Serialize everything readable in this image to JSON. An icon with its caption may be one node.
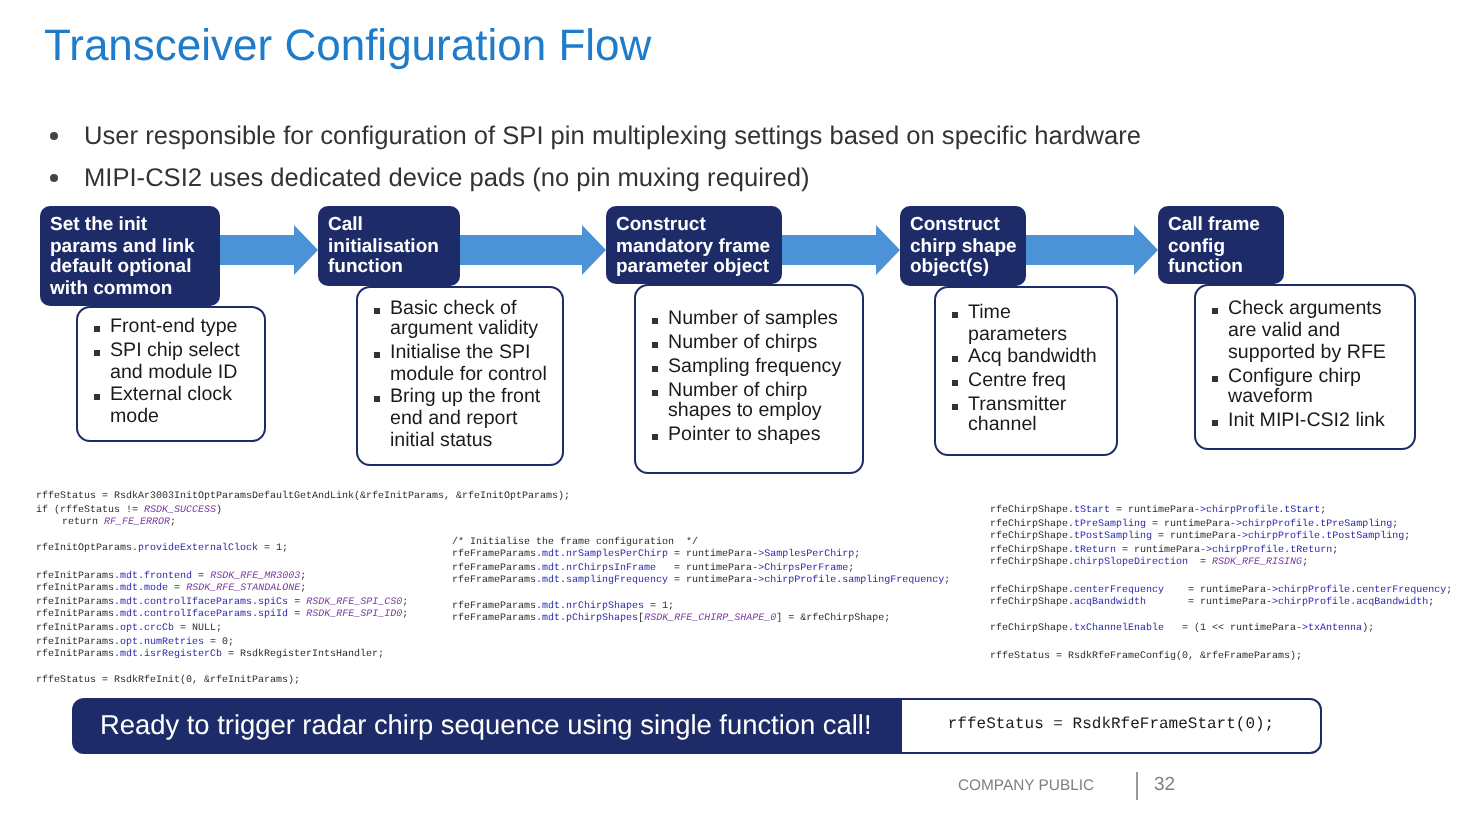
{
  "diagram": {
    "title": "Transceiver Configuration Flow",
    "nodes": [
      {
        "text": [
          "Set the init params and link default optional with common"
        ]
      },
      {
        "text": [
          "Front-end type",
          "SPI chip select and module ID",
          "External clock mode"
        ]
      },
      {
        "text": [
          "Call initialisation function"
        ]
      },
      {
        "text": [
          "Basic check of argument validity",
          "Initialise the SPI module for control",
          "Bring up the front end and report initial status"
        ]
      },
      {
        "text": [
          "Construct mandatory frame parameter object"
        ]
      },
      {
        "text": [
          "Number of samples",
          "Number of chirps",
          "Sampling frequency",
          "Number of chirp shapes to employ",
          "Pointer to shapes"
        ]
      },
      {
        "text": [
          "Construct chirp shape object(s)"
        ]
      },
      {
        "text": [
          "Time parameters",
          "Acq bandwidth",
          "Centre freq",
          "Transmitter channel"
        ]
      },
      {
        "text": [
          "Call frame config function"
        ]
      },
      {
        "text": [
          "Check arguments are valid and supported by RFE",
          "Configure chirp waveform",
          "Init MIPI-CSI2 link"
        ]
      },
      {
        "text": [
          "Ready to trigger radar chirp sequence using single function call!"
        ]
      },
      {
        "text": [
          "rffeStatus = RsdkRfeFrameStart(0);"
        ]
      }
    ],
    "edges": [
      {
        "from": 0,
        "to": 2,
        "arrow": "to",
        "style": "thick"
      },
      {
        "from": 2,
        "to": 4,
        "arrow": "to",
        "style": "thick"
      },
      {
        "from": 4,
        "to": 6,
        "arrow": "to",
        "style": "thick"
      },
      {
        "from": 6,
        "to": 8,
        "arrow": "to",
        "style": "thick"
      }
    ],
    "labels": [
      "User responsible for configuration of SPI pin multiplexing settings based on specific hardware",
      "MIPI-CSI2 uses dedicated device pads (no pin muxing required)",
      "rffeStatus = RsdkAr3003InitOptParamsDefaultGetAndLink(&rfeInitParams, &rfeInitOptParams);",
      "if (rffeStatus != RSDK_SUCCESS)",
      "return RF_FE_ERROR;",
      "rfeInitOptParams.provideExternalClock = 1;",
      "rfeInitParams.mdt.frontend = RSDK_RFE_MR3003;",
      "rfeInitParams.mdt.mode = RSDK_RFE_STANDALONE;",
      "rfeInitParams.mdt.controlIfaceParams.spiCs = RSDK_RFE_SPI_CS0;",
      "rfeInitParams.mdt.controlIfaceParams.spiId = RSDK_RFE_SPI_ID0;",
      "rfeInitParams.opt.crcCb = NULL;",
      "rfeInitParams.opt.numRetries = 0;",
      "rfeInitParams.mdt.isrRegisterCb = RsdkRegisterIntsHandler;",
      "rffeStatus = RsdkRfeInit(0, &rfeInitParams);",
      "/* Initialise the frame configuration  */",
      "rfeFrameParams.mdt.nrSamplesPerChirp = runtimePara->SamplesPerChirp;",
      "rfeFrameParams.mdt.nrChirpsInFrame   = runtimePara->ChirpsPerFrame;",
      "rfeFrameParams.mdt.samplingFrequency = runtimePara->chirpProfile.samplingFrequency;",
      "rfeFrameParams.mdt.nrChirpShapes = 1;",
      "rfeFrameParams.mdt.pChirpShapes[RSDK_RFE_CHIRP_SHAPE_0] = &rfeChirpShape;",
      "rfeChirpShape.tStart = runtimePara->chirpProfile.tStart;",
      "rfeChirpShape.tPreSampling = runtimePara->chirpProfile.tPreSampling;",
      "rfeChirpShape.tPostSampling = runtimePara->chirpProfile.tPostSampling;",
      "rfeChirpShape.tReturn = runtimePara->chirpProfile.tReturn;",
      "rfeChirpShape.chirpSlopeDirection  = RSDK_RFE_RISING;",
      "rfeChirpShape.centerFrequency    = runtimePara->chirpProfile.centerFrequency;",
      "rfeChirpShape.acqBandwidth       = runtimePara->chirpProfile.acqBandwidth;",
      "rfeChirpShape.txChannelEnable   = (1 << runtimePara->txAntenna);",
      "rffeStatus = RsdkRfeFrameConfig(0, &rfeFrameParams);",
      "COMPANY PUBLIC",
      "32"
    ]
  }
}
